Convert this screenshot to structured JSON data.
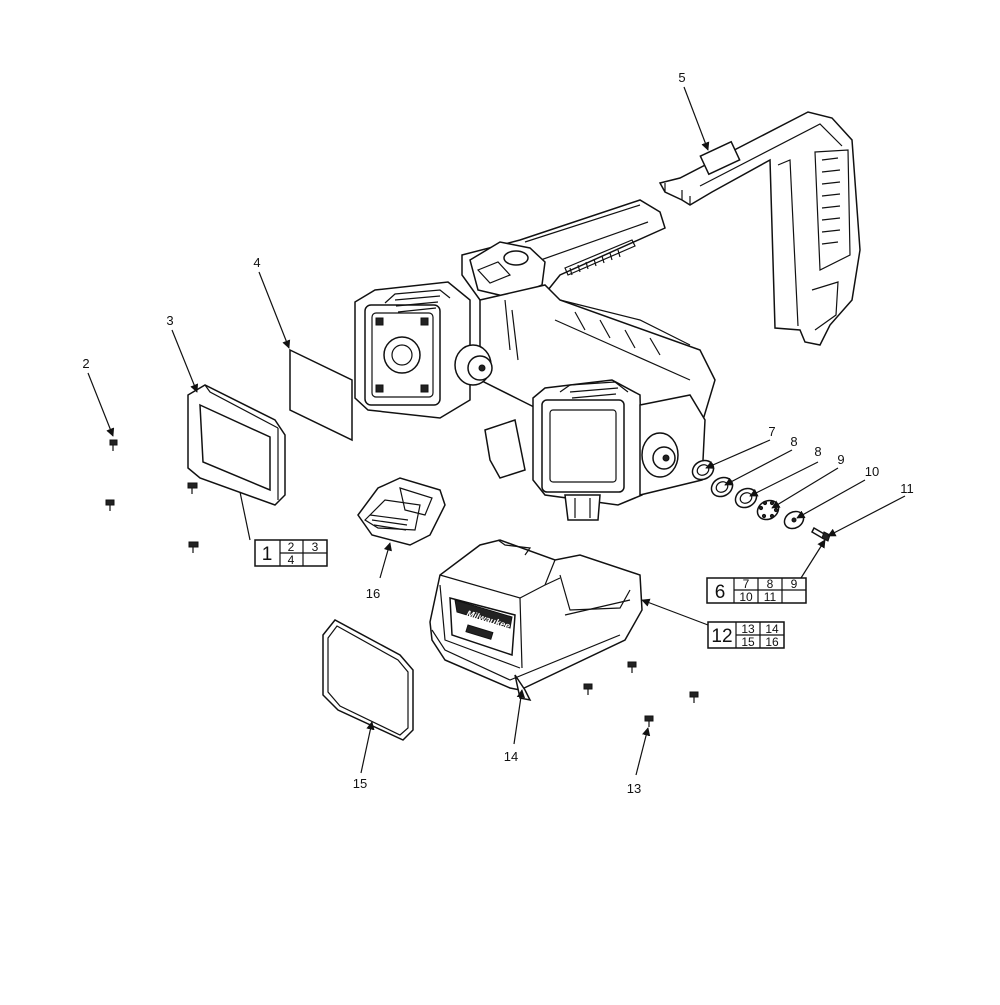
{
  "callouts": {
    "c2": "2",
    "c3": "3",
    "c4": "4",
    "c5": "5",
    "c7": "7",
    "c8a": "8",
    "c8b": "8",
    "c9": "9",
    "c10": "10",
    "c11": "11",
    "c13": "13",
    "c14": "14",
    "c15": "15",
    "c16": "16"
  },
  "kit_boxes": {
    "kit1": {
      "main": "1",
      "cells": [
        "2",
        "3",
        "4",
        ""
      ]
    },
    "kit6": {
      "main": "6",
      "cells": [
        "7",
        "8",
        "9",
        "10",
        "11",
        ""
      ]
    },
    "kit12": {
      "main": "12",
      "cells": [
        "13",
        "14",
        "15",
        "16"
      ]
    }
  },
  "housing_brand": "Milwaukee"
}
